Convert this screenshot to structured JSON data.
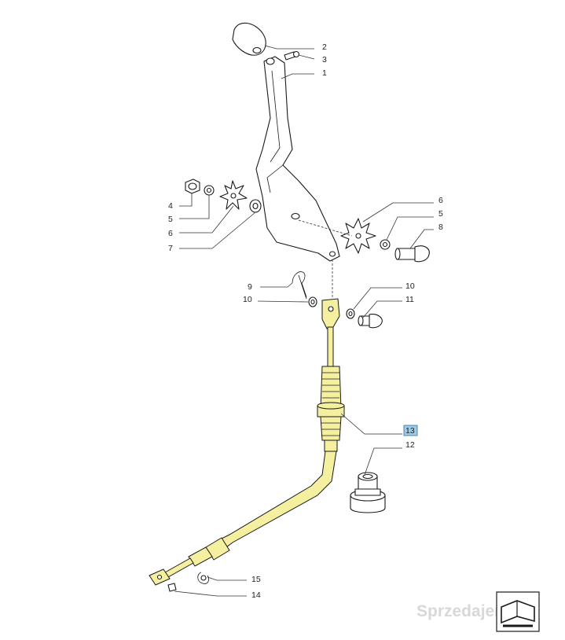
{
  "callouts": {
    "c2": "2",
    "c3": "3",
    "c1": "1",
    "c4": "4",
    "c5a": "5",
    "c6a": "6",
    "c7": "7",
    "c6b": "6",
    "c5b": "5",
    "c8": "8",
    "c9": "9",
    "c10a": "10",
    "c10b": "10",
    "c11": "11",
    "c13": "13",
    "c12": "12",
    "c15": "15",
    "c14": "14"
  },
  "highlight_color": "#f4f0a0",
  "callout_highlight_color": "#9ecbe8",
  "watermark": "Sprzedajemy.pl",
  "icons": [
    "catalog-book-icon"
  ]
}
